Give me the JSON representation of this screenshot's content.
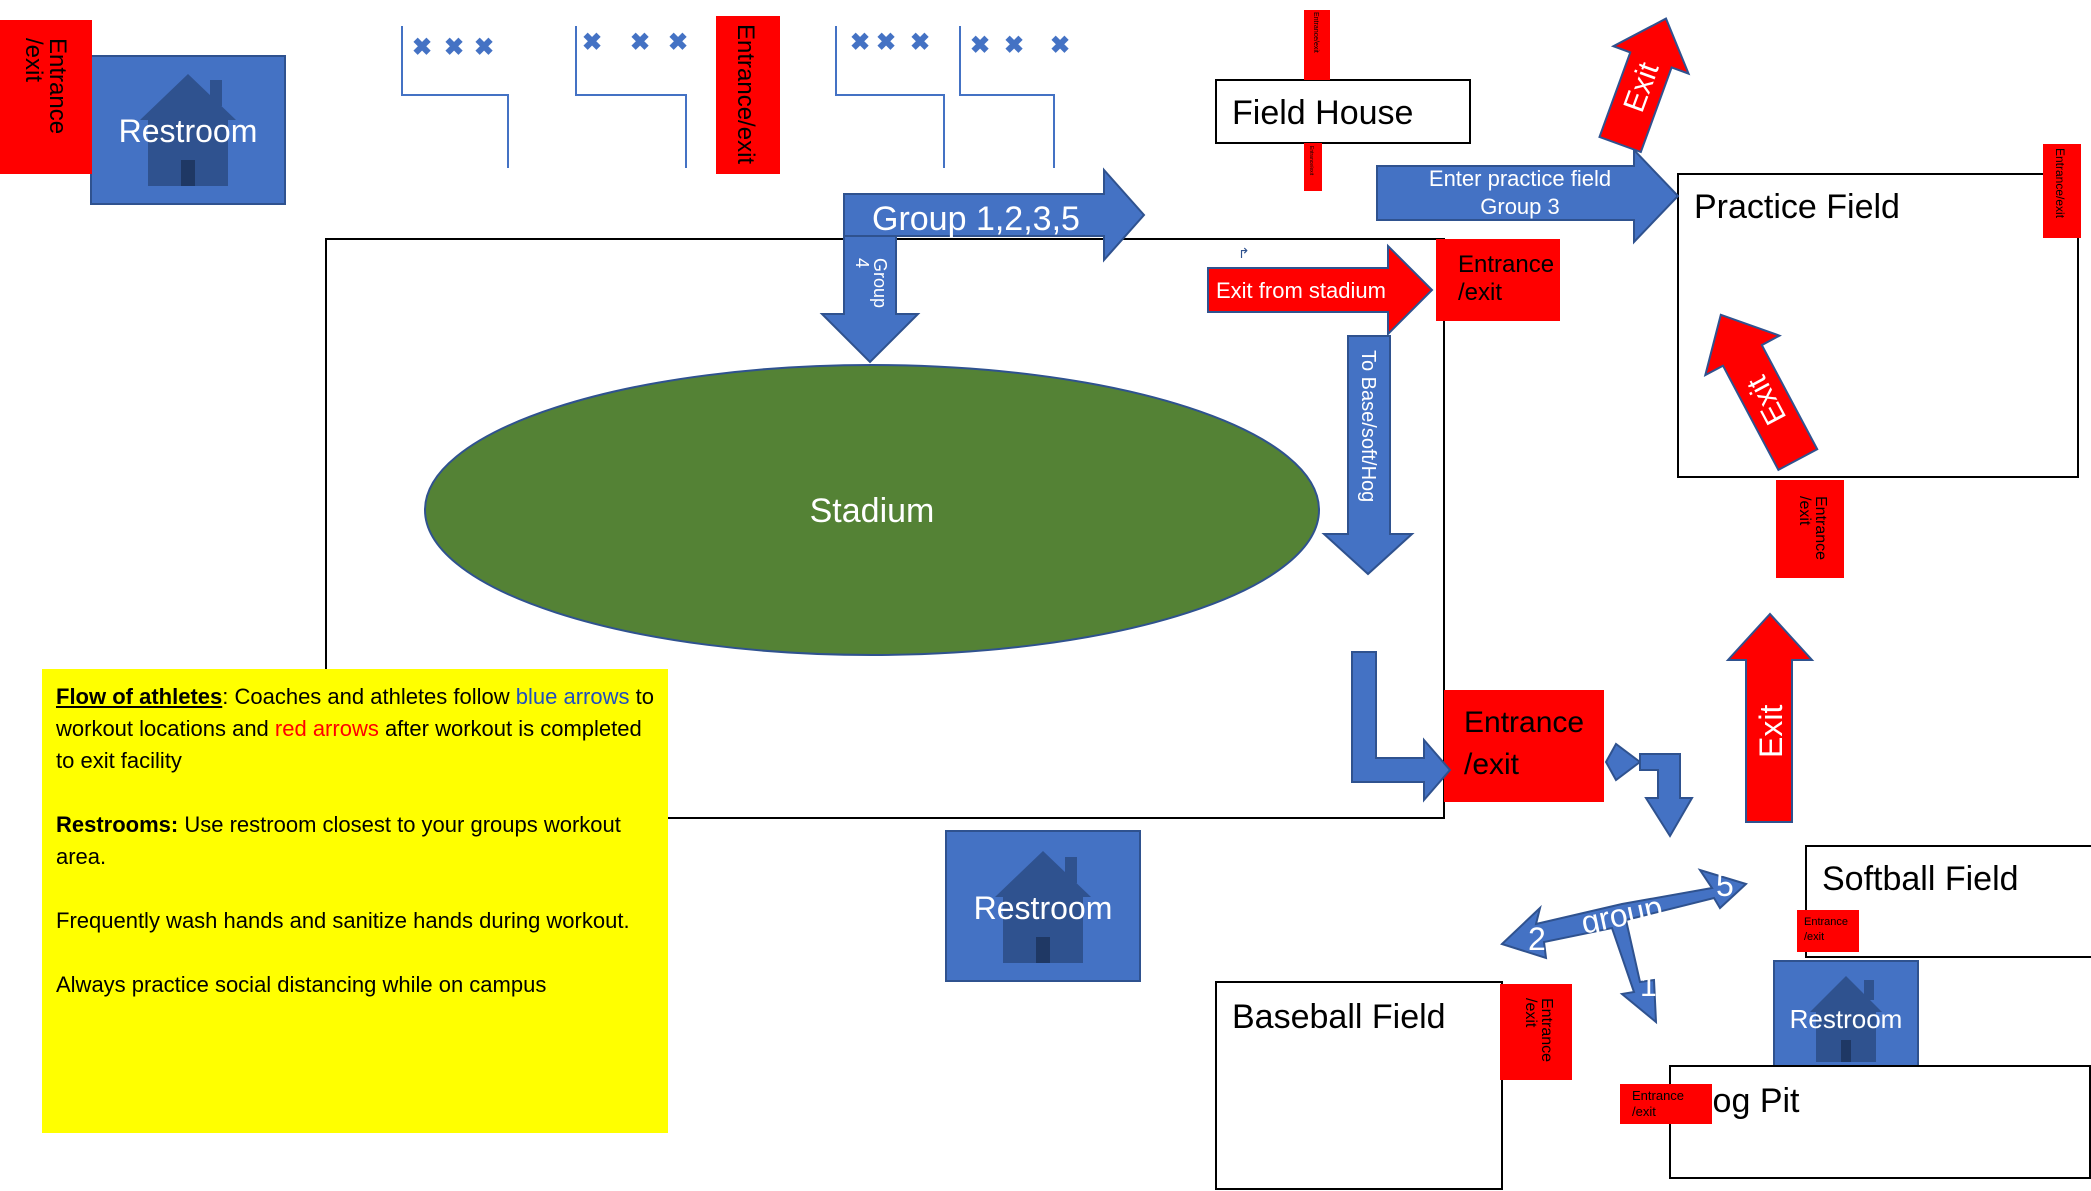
{
  "colors": {
    "blue": "#4472c4",
    "blue_stroke": "#2f528f",
    "red": "#ff0000",
    "green": "#548235",
    "yellow": "#ffff00",
    "house": "#2f528f"
  },
  "icons": [
    "house-icon",
    "x-mark-icon"
  ],
  "locations": {
    "stadium": "Stadium",
    "field_house": "Field House",
    "practice_field": "Practice Field",
    "softball_field": "Softball Field",
    "baseball_field": "Baseball Field",
    "hog_pit": "Hog Pit"
  },
  "restrooms": {
    "top_left": "Restroom",
    "bottom_center": "Restroom",
    "bottom_right": "Restroom"
  },
  "entrances": {
    "top_left": "Entrance\n/exit",
    "top_middle": "Entrance/exit",
    "field_house_top": "Entrance/exit",
    "field_house_bottom": "Entrance/exit",
    "stadium_east": "Entrance\n/exit",
    "practice_right": "Entrance/exit",
    "practice_bottom": "Entrance\n/exit",
    "stadium_southeast": "Entrance\n/exit",
    "softball": "Entrance\n/exit",
    "baseball": "Entrance\n/exit",
    "hog_pit": "Entrance\n/exit"
  },
  "arrows": {
    "group_main": "Group 1,2,3,5",
    "group_4": "Group\n4",
    "enter_practice": "Enter practice field\nGroup 3",
    "exit_stadium": "Exit from stadium",
    "to_base": "To Base/soft/Hog",
    "exit_top": "Exit",
    "exit_practice": "Exit",
    "exit_right": "Exit",
    "split_group": "group",
    "split_2": "2",
    "split_5": "5",
    "split_1": "1"
  },
  "legend": {
    "flow_title": "Flow of athletes",
    "flow_text_1": ": Coaches and athletes follow ",
    "flow_blue": "blue arrows",
    "flow_text_2": " to workout locations and ",
    "flow_red": "red arrows",
    "flow_text_3": " after workout is completed to exit facility",
    "restrooms_title": "Restrooms:",
    "restrooms_text": " Use restroom closest to your groups workout area.",
    "wash": "Frequently wash hands and sanitize hands during workout.",
    "distancing": "Always practice social distancing while on campus"
  }
}
